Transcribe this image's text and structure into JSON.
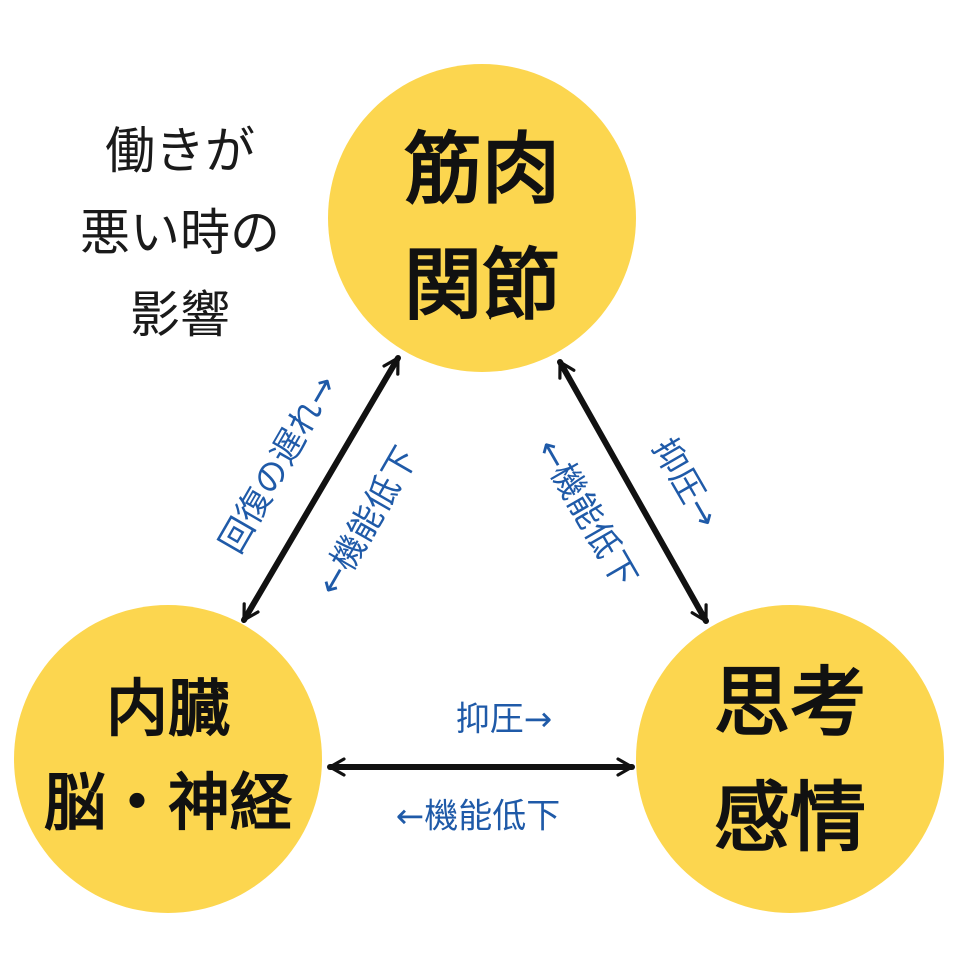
{
  "title_lines": [
    "働きが",
    "悪い時の",
    "影響"
  ],
  "nodes": {
    "muscle": {
      "lines": [
        "筋肉",
        "関節"
      ]
    },
    "organ": {
      "lines": [
        "内臓",
        "脳・神経"
      ]
    },
    "mind": {
      "lines": [
        "思考",
        "感情"
      ]
    }
  },
  "edges": {
    "muscle_organ": {
      "label_outer": "回復の遅れ→",
      "label_inner": "←機能低下"
    },
    "muscle_mind": {
      "label_outer": "抑圧→",
      "label_inner": "←機能低下"
    },
    "organ_mind": {
      "label_top": "抑圧→",
      "label_bottom": "←機能低下"
    }
  },
  "colors": {
    "node_fill": "#fcd64f",
    "arrow": "#111111",
    "label": "#1f5aa8",
    "background": "#ffffff"
  }
}
